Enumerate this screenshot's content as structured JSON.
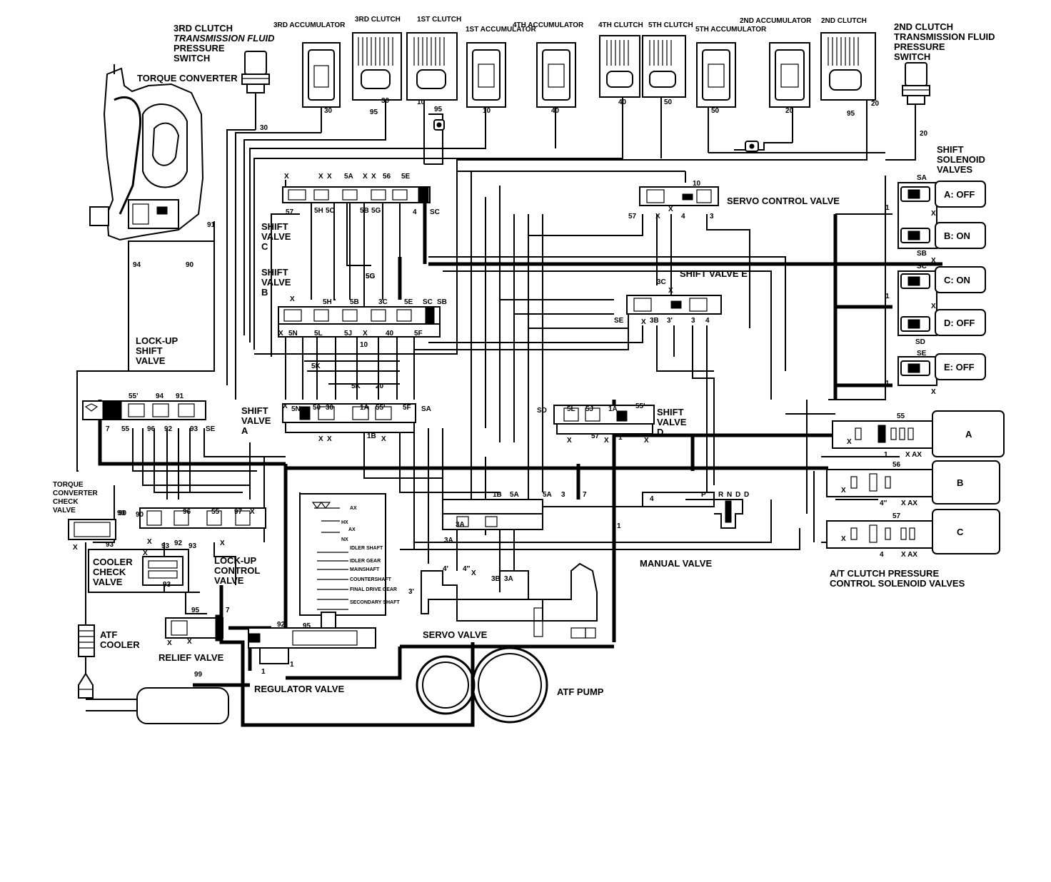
{
  "components": {
    "torque_converter": "TORQUE CONVERTER",
    "third_clutch_pressure_switch": [
      "3RD CLUTCH",
      "TRANSMISSION FLUID",
      "PRESSURE",
      "SWITCH"
    ],
    "third_accumulator": "3RD ACCUMULATOR",
    "third_clutch": "3RD CLUTCH",
    "first_clutch": "1ST CLUTCH",
    "first_accumulator": "1ST ACCUMULATOR",
    "fourth_accumulator": "4TH ACCUMULATOR",
    "fourth_clutch": "4TH CLUTCH",
    "fifth_clutch": "5TH CLUTCH",
    "fifth_accumulator": "5TH ACCUMULATOR",
    "second_accumulator": "2ND ACCUMULATOR",
    "second_clutch": "2ND CLUTCH",
    "second_clutch_pressure_switch": [
      "2ND CLUTCH",
      "TRANSMISSION FLUID",
      "PRESSURE",
      "SWITCH"
    ],
    "shift_solenoid_valves": [
      "SHIFT",
      "SOLENOID",
      "VALVES"
    ],
    "servo_control_valve": "SERVO CONTROL VALVE",
    "shift_valve_c": [
      "SHIFT",
      "VALVE",
      "C"
    ],
    "shift_valve_b": [
      "SHIFT",
      "VALVE",
      "B"
    ],
    "shift_valve_e": "SHIFT VALVE E",
    "lockup_shift_valve": [
      "LOCK-UP",
      "SHIFT",
      "VALVE"
    ],
    "shift_valve_a": [
      "SHIFT",
      "VALVE",
      "A"
    ],
    "shift_valve_d": [
      "SHIFT",
      "VALVE",
      "D"
    ],
    "torque_converter_check_valve": [
      "TORQUE",
      "CONVERTER",
      "CHECK",
      "VALVE"
    ],
    "cooler_check_valve": [
      "COOLER",
      "CHECK",
      "VALVE"
    ],
    "lockup_control_valve": [
      "LOCK-UP",
      "CONTROL",
      "VALVE"
    ],
    "manual_valve": "MANUAL VALVE",
    "at_clutch_pressure_solenoids": [
      "A/T CLUTCH PRESSURE",
      "CONTROL SOLENOID VALVES"
    ],
    "atf_cooler": [
      "ATF",
      "COOLER"
    ],
    "relief_valve": "RELIEF VALVE",
    "regulator_valve": "REGULATOR VALVE",
    "servo_valve": "SERVO VALVE",
    "atf_pump": "ATF PUMP"
  },
  "solenoids": [
    {
      "id": "A",
      "state": "A: OFF"
    },
    {
      "id": "B",
      "state": "B: ON"
    },
    {
      "id": "C",
      "state": "C: ON"
    },
    {
      "id": "D",
      "state": "D: OFF"
    },
    {
      "id": "E",
      "state": "E: OFF"
    }
  ],
  "pressure_solenoids": [
    {
      "id": "A",
      "port": "55",
      "ports_bottom": [
        "1",
        "X AX"
      ]
    },
    {
      "id": "B",
      "port": "56",
      "ports_bottom": [
        "4″",
        "X AX"
      ]
    },
    {
      "id": "C",
      "port": "57",
      "ports_bottom": [
        "4",
        "X AX"
      ]
    }
  ],
  "gear_legend": [
    "AX",
    "HX",
    "AX",
    "NX",
    "IDLER SHAFT",
    "IDLER GEAR",
    "MAINSHAFT",
    "COUNTERSHAFT",
    "FINAL DRIVE GEAR",
    "SECONDARY SHAFT"
  ],
  "ports": {
    "top": [
      "30",
      "95",
      "30",
      "10",
      "95",
      "10",
      "40",
      "40",
      "50",
      "50",
      "20",
      "95",
      "20",
      "20",
      "30"
    ],
    "tc": [
      "91",
      "94",
      "90"
    ],
    "shift_c_top": [
      "X",
      "X",
      "X",
      "5A",
      "X",
      "X",
      "56",
      "5E"
    ],
    "shift_c_bottom": [
      "57",
      "5H",
      "5C",
      "5B",
      "5G",
      "4",
      "SC"
    ],
    "shift_b_top": [
      "X",
      "5H",
      "5B",
      "3C",
      "5E",
      "SC",
      "SB"
    ],
    "shift_b_bottom": [
      "X",
      "5N",
      "5L",
      "5J",
      "X",
      "40",
      "5F",
      "10",
      "5G"
    ],
    "servo_ctrl": [
      "10",
      "57",
      "X",
      "4",
      "3",
      "X"
    ],
    "shift_e": [
      "3C",
      "X",
      "SE",
      "X",
      "3B",
      "3'",
      "3",
      "4"
    ],
    "lockup_shift": [
      "55'",
      "94",
      "91",
      "7",
      "55",
      "96",
      "92",
      "93",
      "SE"
    ],
    "shift_a_top": [
      "X",
      "5N",
      "50",
      "30",
      "1A",
      "55'",
      "5F",
      "SA",
      "5K",
      "20"
    ],
    "shift_a_bottom": [
      "X",
      "X",
      "1B",
      "X"
    ],
    "shift_d_top": [
      "SD",
      "5L",
      "5J",
      "1A",
      "55'"
    ],
    "shift_d_bottom": [
      "X",
      "57",
      "X",
      "1",
      "X"
    ],
    "lockup_ctrl": [
      "90",
      "90",
      "96",
      "55",
      "97",
      "X",
      "X",
      "93",
      "92",
      "X",
      "93",
      "X"
    ],
    "tc_check": [
      "90",
      "93",
      "X"
    ],
    "manual": [
      "1B",
      "5A",
      "5A",
      "3",
      "7",
      "4",
      "3A",
      "3A",
      "1",
      "P",
      "R",
      "N",
      "D",
      "D"
    ],
    "servo": [
      "4'",
      "4″",
      "X",
      "3B",
      "3A",
      "3'"
    ],
    "regulator": [
      "92",
      "95",
      "1",
      "1",
      "99",
      "95",
      "7"
    ],
    "relief": [
      "X",
      "X"
    ],
    "solenoid_side": [
      "SA",
      "SB",
      "SC",
      "SD",
      "SE",
      "X",
      "X",
      "X",
      "X",
      "1",
      "1",
      "1"
    ],
    "mid": [
      "5K",
      "5G",
      "10"
    ]
  }
}
